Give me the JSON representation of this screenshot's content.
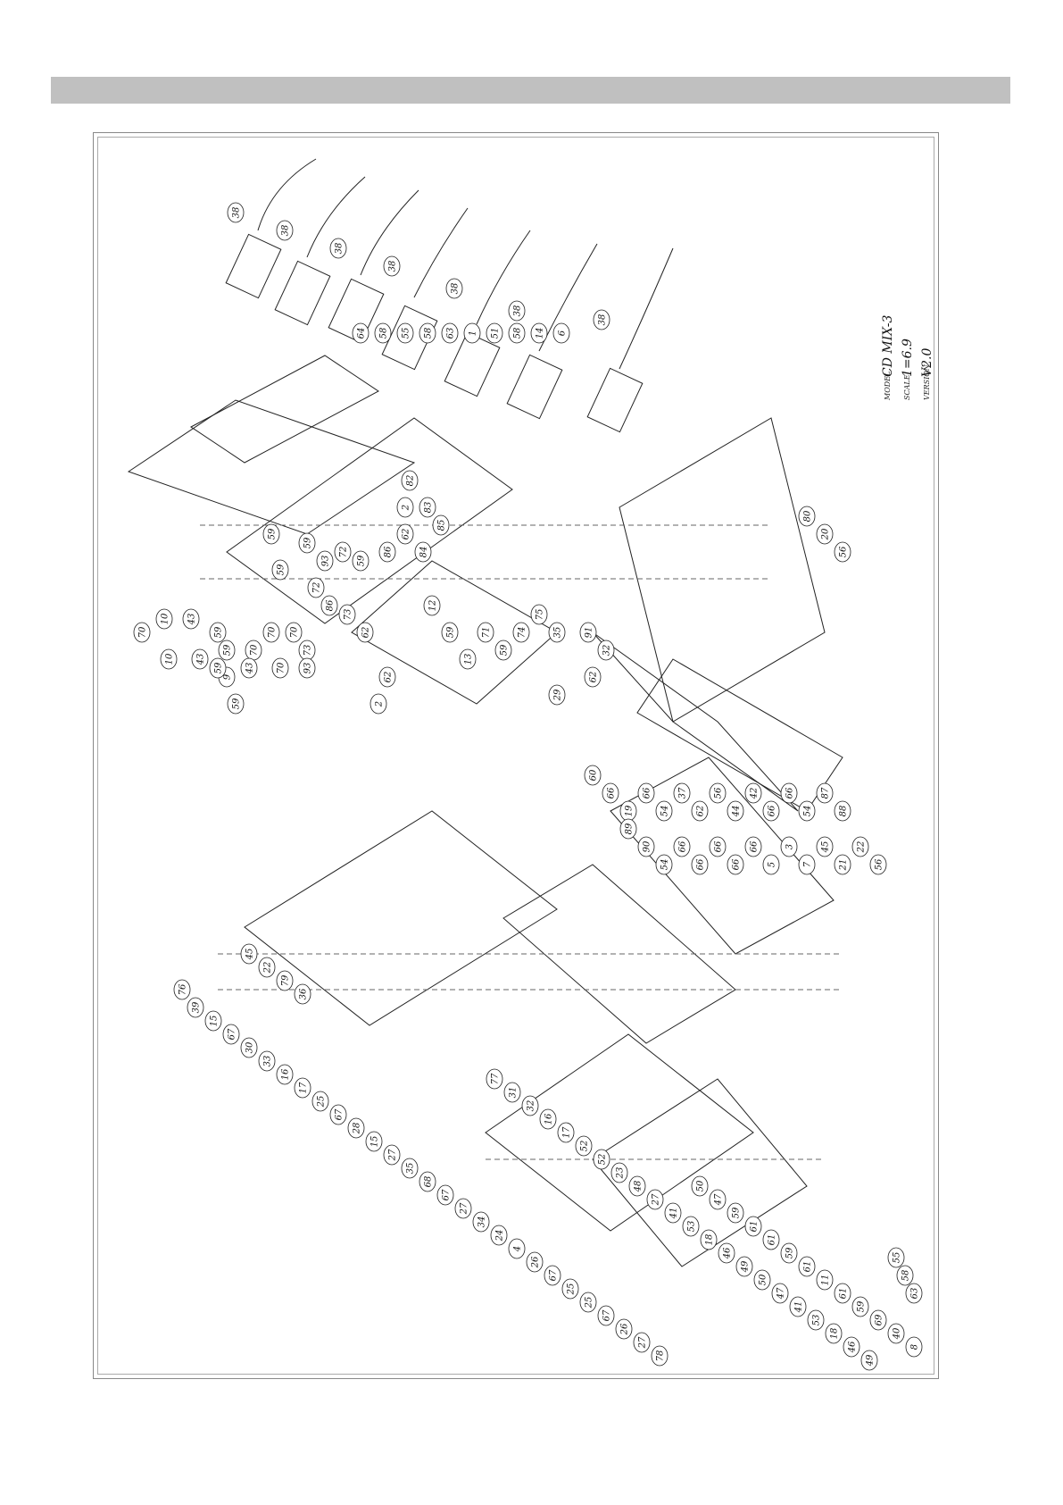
{
  "title_block": {
    "model_label": "MODEL",
    "model_value": "CD MIX-3",
    "scale_label": "SCALE",
    "scale_value": "1=6.9",
    "version_label": "VERSION",
    "version_value": "V2.0"
  },
  "callouts": [
    "38",
    "38",
    "38",
    "38",
    "38",
    "38",
    "38",
    "70",
    "10",
    "43",
    "59",
    "70",
    "10",
    "43",
    "59",
    "70",
    "59",
    "93",
    "72",
    "59",
    "86",
    "62",
    "2",
    "82",
    "83",
    "85",
    "84",
    "9",
    "2",
    "59",
    "59",
    "72",
    "86",
    "73",
    "62",
    "70",
    "73",
    "93",
    "59",
    "43",
    "70",
    "59",
    "62",
    "12",
    "59",
    "13",
    "71",
    "59",
    "74",
    "75",
    "35",
    "91",
    "32",
    "29",
    "62",
    "60",
    "66",
    "19",
    "66",
    "54",
    "37",
    "62",
    "56",
    "44",
    "42",
    "66",
    "66",
    "54",
    "87",
    "88",
    "89",
    "90",
    "54",
    "66",
    "66",
    "66",
    "66",
    "66",
    "5",
    "3",
    "7",
    "45",
    "21",
    "22",
    "56",
    "80",
    "20",
    "56",
    "45",
    "22",
    "79",
    "36",
    "76",
    "39",
    "15",
    "67",
    "30",
    "33",
    "16",
    "17",
    "25",
    "67",
    "28",
    "15",
    "27",
    "35",
    "68",
    "67",
    "27",
    "34",
    "24",
    "4",
    "26",
    "67",
    "25",
    "25",
    "67",
    "26",
    "27",
    "78",
    "77",
    "31",
    "32",
    "16",
    "17",
    "52",
    "52",
    "23",
    "48",
    "27",
    "41",
    "53",
    "18",
    "46",
    "49",
    "50",
    "47",
    "41",
    "53",
    "18",
    "46",
    "49",
    "50",
    "47",
    "59",
    "61",
    "61",
    "59",
    "61",
    "11",
    "61",
    "59",
    "69",
    "40",
    "8",
    "55",
    "58",
    "63",
    "64",
    "58",
    "55",
    "58",
    "63",
    "1",
    "51",
    "58",
    "14",
    "6"
  ]
}
